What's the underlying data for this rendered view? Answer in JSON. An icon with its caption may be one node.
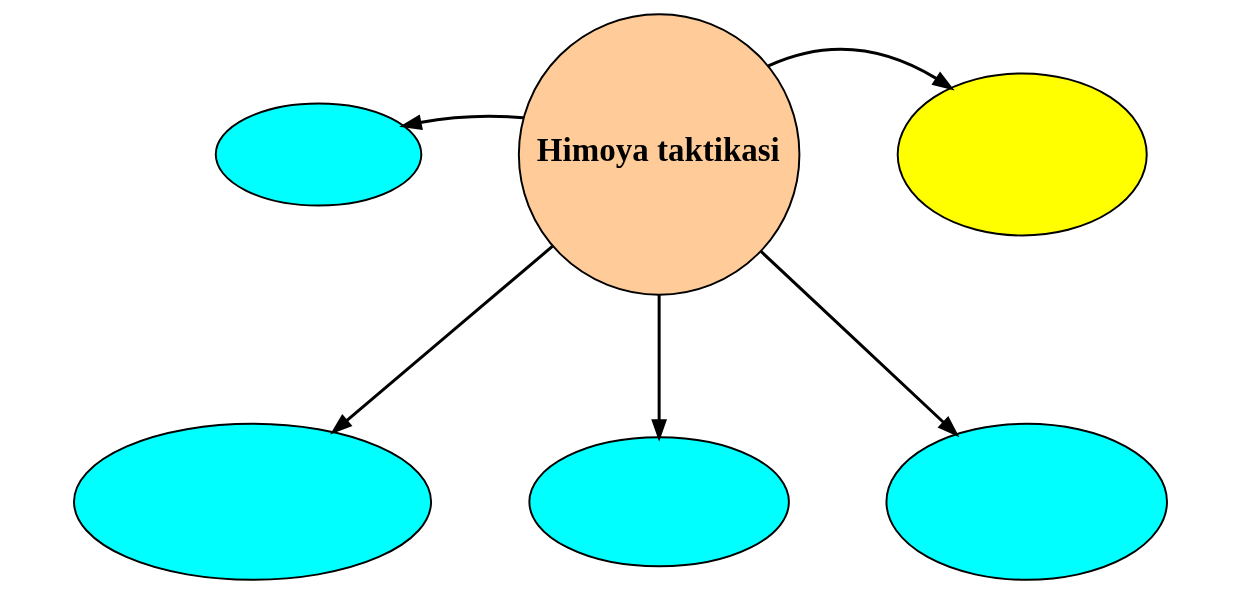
{
  "diagram": {
    "nodes": [
      {
        "text": [
          "Himoya taktikasi"
        ]
      },
      {
        "text": [],
        "shape": "ellipse"
      },
      {
        "text": [],
        "shape": "ellipse"
      },
      {
        "text": [],
        "shape": "ellipse"
      },
      {
        "text": [],
        "shape": "ellipse"
      },
      {
        "text": [],
        "shape": "ellipse"
      }
    ],
    "edges": [
      {
        "from": 0,
        "to": 1,
        "arrow": "to"
      },
      {
        "from": 0,
        "to": 2,
        "arrow": "to"
      },
      {
        "from": 0,
        "to": 5,
        "arrow": "to"
      },
      {
        "from": 0,
        "to": 3,
        "arrow": "to"
      },
      {
        "from": 0,
        "to": 4,
        "arrow": "to"
      }
    ]
  }
}
